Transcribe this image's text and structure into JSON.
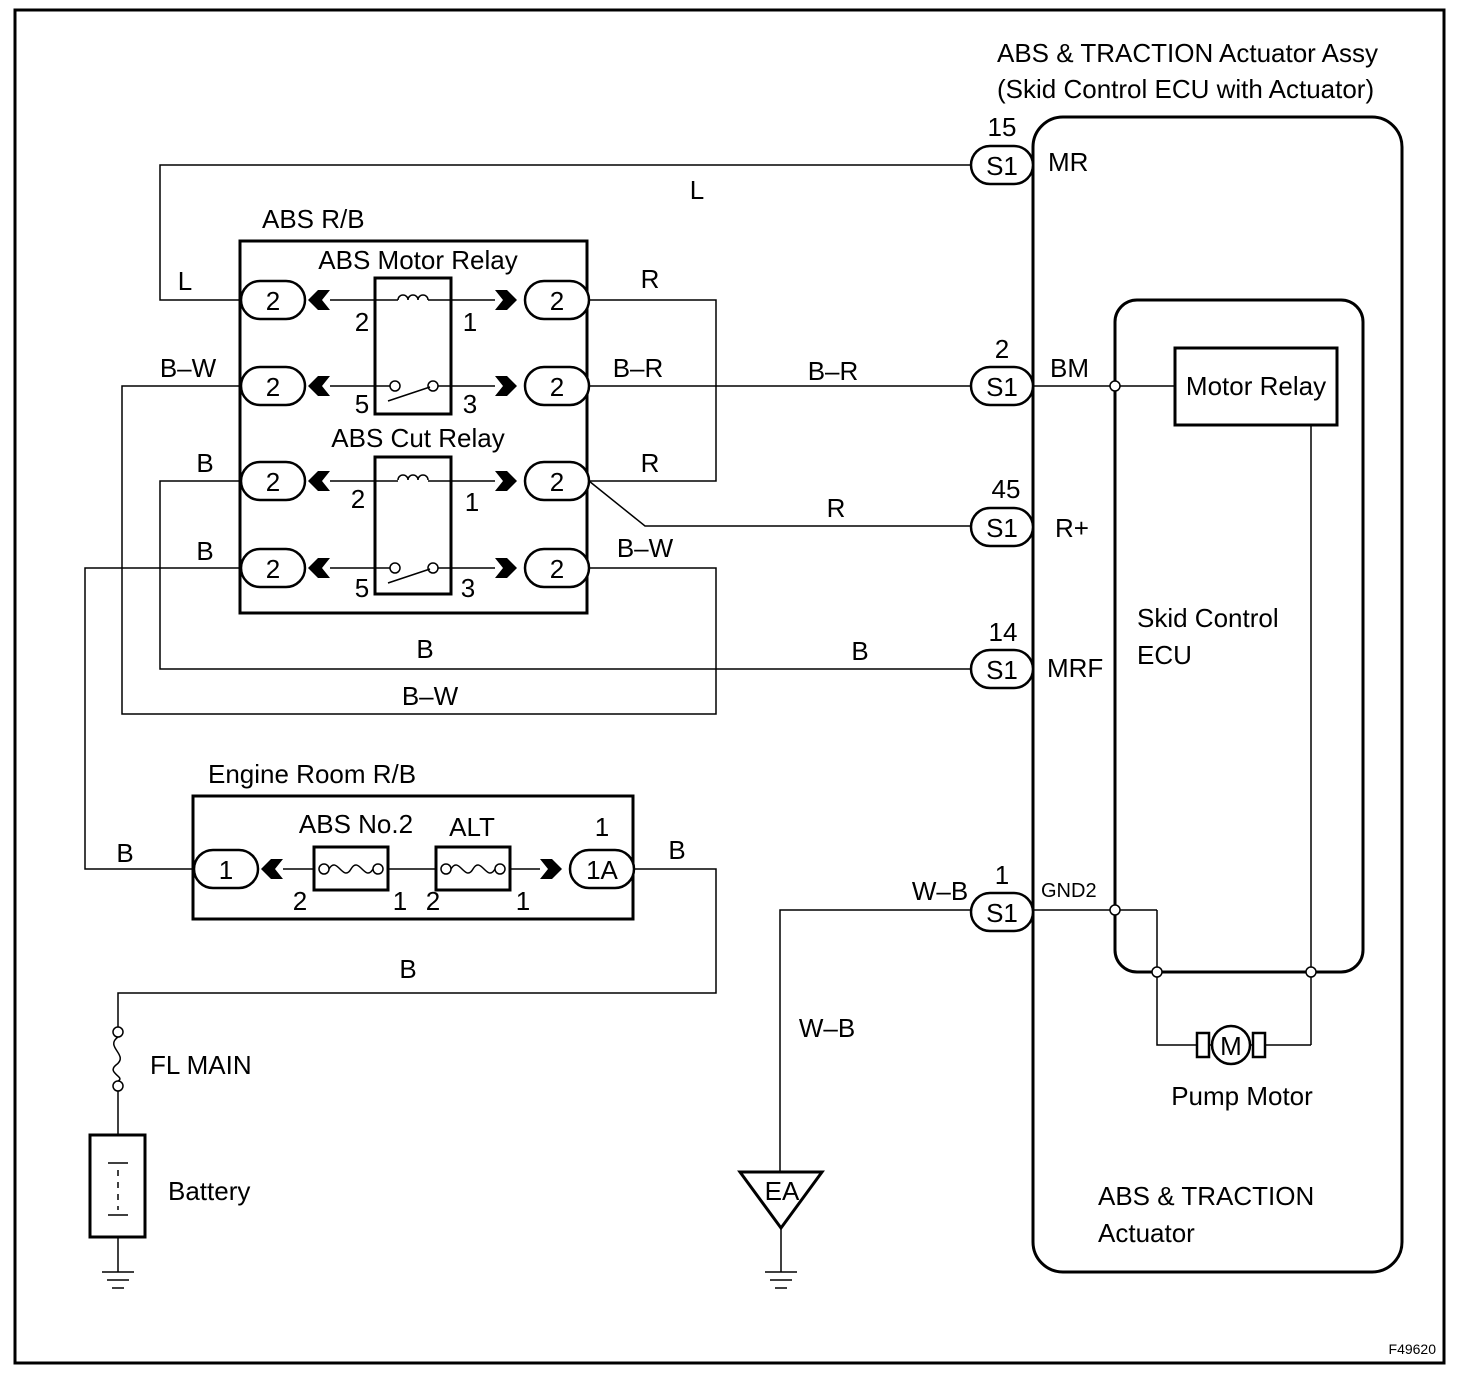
{
  "figure_id": "F49620",
  "actuator": {
    "title_line1": "ABS & TRACTION Actuator Assy",
    "title_line2": "(Skid Control ECU with Actuator)",
    "bottom_line1": "ABS & TRACTION",
    "bottom_line2": "Actuator",
    "ecu_line1": "Skid Control",
    "ecu_line2": "ECU",
    "motor_relay": "Motor Relay",
    "pump_motor": "Pump Motor",
    "motor_symbol": "M"
  },
  "connectors": [
    {
      "pin": "15",
      "conn": "S1",
      "terminal": "MR"
    },
    {
      "pin": "2",
      "conn": "S1",
      "terminal": "BM"
    },
    {
      "pin": "45",
      "conn": "S1",
      "terminal": "R+"
    },
    {
      "pin": "14",
      "conn": "S1",
      "terminal": "MRF"
    },
    {
      "pin": "1",
      "conn": "S1",
      "terminal": "GND2"
    }
  ],
  "abs_rb": {
    "title": "ABS R/B",
    "motor_relay": "ABS Motor Relay",
    "cut_relay": "ABS Cut Relay",
    "conn": "2",
    "pin_labels": [
      "2",
      "1",
      "5",
      "3",
      "2",
      "1",
      "5",
      "3"
    ]
  },
  "engine_rb": {
    "title": "Engine Room R/B",
    "fuse1": "ABS No.2",
    "fuse2": "ALT",
    "left_conn": "1",
    "right_conn": "1A",
    "right_pin": "1",
    "pins": [
      "2",
      "1",
      "2",
      "1"
    ]
  },
  "wires": {
    "L1": "L",
    "L2": "L",
    "R1": "R",
    "R2": "R",
    "R3": "R",
    "BR1": "B–R",
    "BR2": "B–R",
    "BW1": "B–W",
    "BW2": "B–W",
    "BW3": "B–W",
    "B1": "B",
    "B2": "B",
    "B3": "B",
    "B4": "B",
    "B5": "B",
    "B6": "B",
    "B7": "B",
    "WB1": "W–B",
    "WB2": "W–B"
  },
  "fl_main": "FL MAIN",
  "battery": "Battery",
  "ground_ea": "EA"
}
